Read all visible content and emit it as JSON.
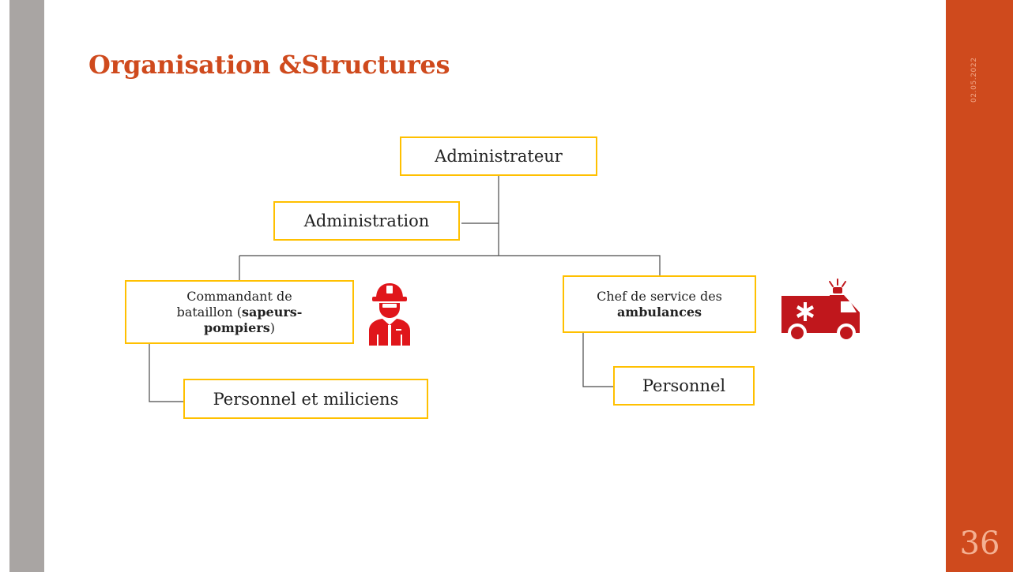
{
  "slide": {
    "title": "Organisation &Structures",
    "date": "02.05.2022",
    "number": "36"
  },
  "diagram": {
    "nodes": {
      "administrateur": "Administrateur",
      "administration": "Administration",
      "commandant_line1": "Commandant de",
      "commandant_line2_prefix": "bataillon (",
      "commandant_line2_bold": "sapeurs-",
      "commandant_line3_bold": "pompiers",
      "commandant_line3_suffix": ")",
      "chef_line1": "Chef de service des",
      "chef_line2_bold": "ambulances",
      "personnel_miliciens": "Personnel et miliciens",
      "personnel": "Personnel"
    },
    "icons": {
      "firefighter": "firefighter-icon",
      "ambulance": "ambulance-icon"
    }
  },
  "colors": {
    "accent_orange": "#cf4a1d",
    "sidebar_gray": "#a9a5a3",
    "node_border": "#ffc000",
    "icon_red": "#e0161b",
    "ambulance_red": "#c0171c"
  }
}
